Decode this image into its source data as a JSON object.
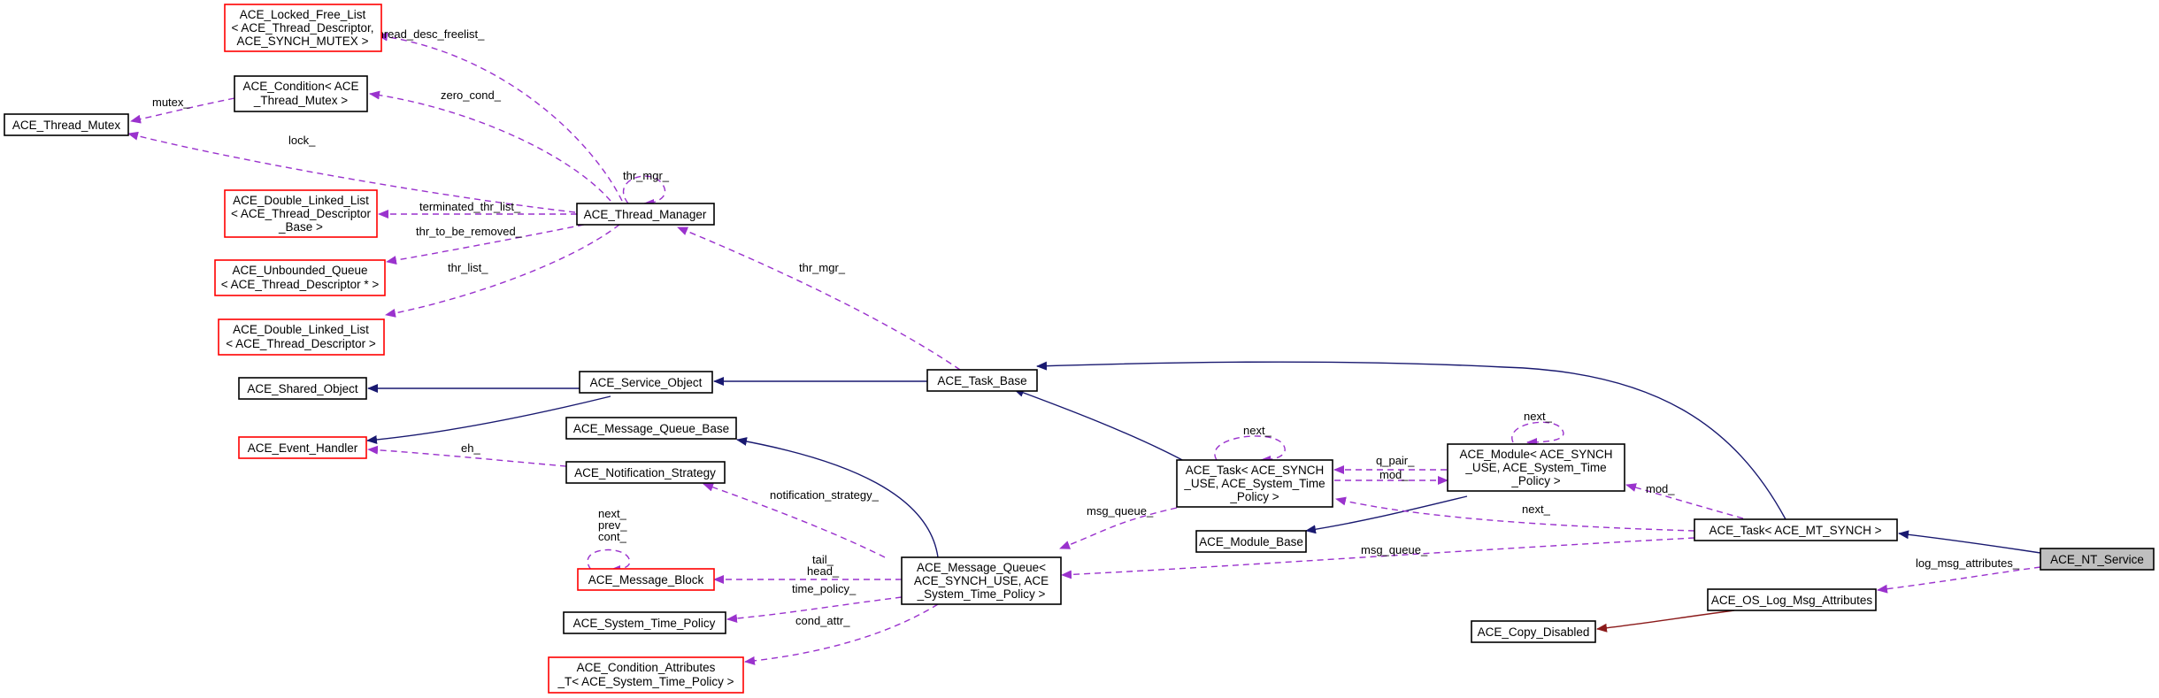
{
  "colors": {
    "usage_edge": "#9a32cd",
    "public_inheritance_edge": "#191970",
    "private_inheritance_edge": "#8b1a1a",
    "complete_class_border": "#000000",
    "incomplete_class_border": "#ff0000",
    "focus_class_fill": "#bfbfbf"
  },
  "nodes": {
    "locked_free_list": [
      "ACE_Locked_Free_List",
      "< ACE_Thread_Descriptor,",
      "ACE_SYNCH_MUTEX >"
    ],
    "condition_mutex": [
      "ACE_Condition< ACE",
      "_Thread_Mutex >"
    ],
    "thread_mutex": [
      "ACE_Thread_Mutex"
    ],
    "double_linked_list_base": [
      "ACE_Double_Linked_List",
      "< ACE_Thread_Descriptor",
      "_Base >"
    ],
    "thread_manager": [
      "ACE_Thread_Manager"
    ],
    "unbounded_queue": [
      "ACE_Unbounded_Queue",
      "< ACE_Thread_Descriptor * >"
    ],
    "double_linked_list": [
      "ACE_Double_Linked_List",
      "< ACE_Thread_Descriptor >"
    ],
    "shared_object": [
      "ACE_Shared_Object"
    ],
    "service_object": [
      "ACE_Service_Object"
    ],
    "task_base": [
      "ACE_Task_Base"
    ],
    "event_handler": [
      "ACE_Event_Handler"
    ],
    "message_queue_base": [
      "ACE_Message_Queue_Base"
    ],
    "notification_strategy": [
      "ACE_Notification_Strategy"
    ],
    "message_block": [
      "ACE_Message_Block"
    ],
    "message_queue": [
      "ACE_Message_Queue<",
      "ACE_SYNCH_USE, ACE",
      "_System_Time_Policy >"
    ],
    "system_time_policy": [
      "ACE_System_Time_Policy"
    ],
    "condition_attributes": [
      "ACE_Condition_Attributes",
      "_T< ACE_System_Time_Policy >"
    ],
    "task_synch_use": [
      "ACE_Task< ACE_SYNCH",
      "_USE, ACE_System_Time",
      "_Policy >"
    ],
    "module_base": [
      "ACE_Module_Base"
    ],
    "module": [
      "ACE_Module< ACE_SYNCH",
      "_USE, ACE_System_Time",
      "_Policy >"
    ],
    "task_mt_synch": [
      "ACE_Task< ACE_MT_SYNCH >"
    ],
    "nt_service": [
      "ACE_NT_Service"
    ],
    "os_log_msg_attributes": [
      "ACE_OS_Log_Msg_Attributes"
    ],
    "copy_disabled": [
      "ACE_Copy_Disabled"
    ]
  },
  "edge_labels": {
    "thread_desc_freelist": "thread_desc_freelist_",
    "zero_cond": "zero_cond_",
    "mutex": "mutex_",
    "lock": "lock_",
    "thr_mgr_self": "thr_mgr_",
    "terminated_thr_list": "terminated_thr_list_",
    "thr_to_be_removed": "thr_to_be_removed_",
    "thr_list": "thr_list_",
    "thr_mgr": "thr_mgr_",
    "eh": "eh_",
    "notification_strategy": "notification_strategy_",
    "next_prev_cont": [
      "next_",
      "prev_",
      "cont_"
    ],
    "tail_head": [
      "tail_",
      "head_"
    ],
    "time_policy": "time_policy_",
    "cond_attr": "cond_attr_",
    "msg_queue_task": "msg_queue_",
    "msg_queue_mt": "msg_queue_",
    "next_task_self": "next_",
    "q_pair_mod": [
      "q_pair_",
      "mod_"
    ],
    "next_module_self": "next_",
    "mod": "mod_",
    "next_task": "next_",
    "log_msg_attributes": "log_msg_attributes_"
  }
}
